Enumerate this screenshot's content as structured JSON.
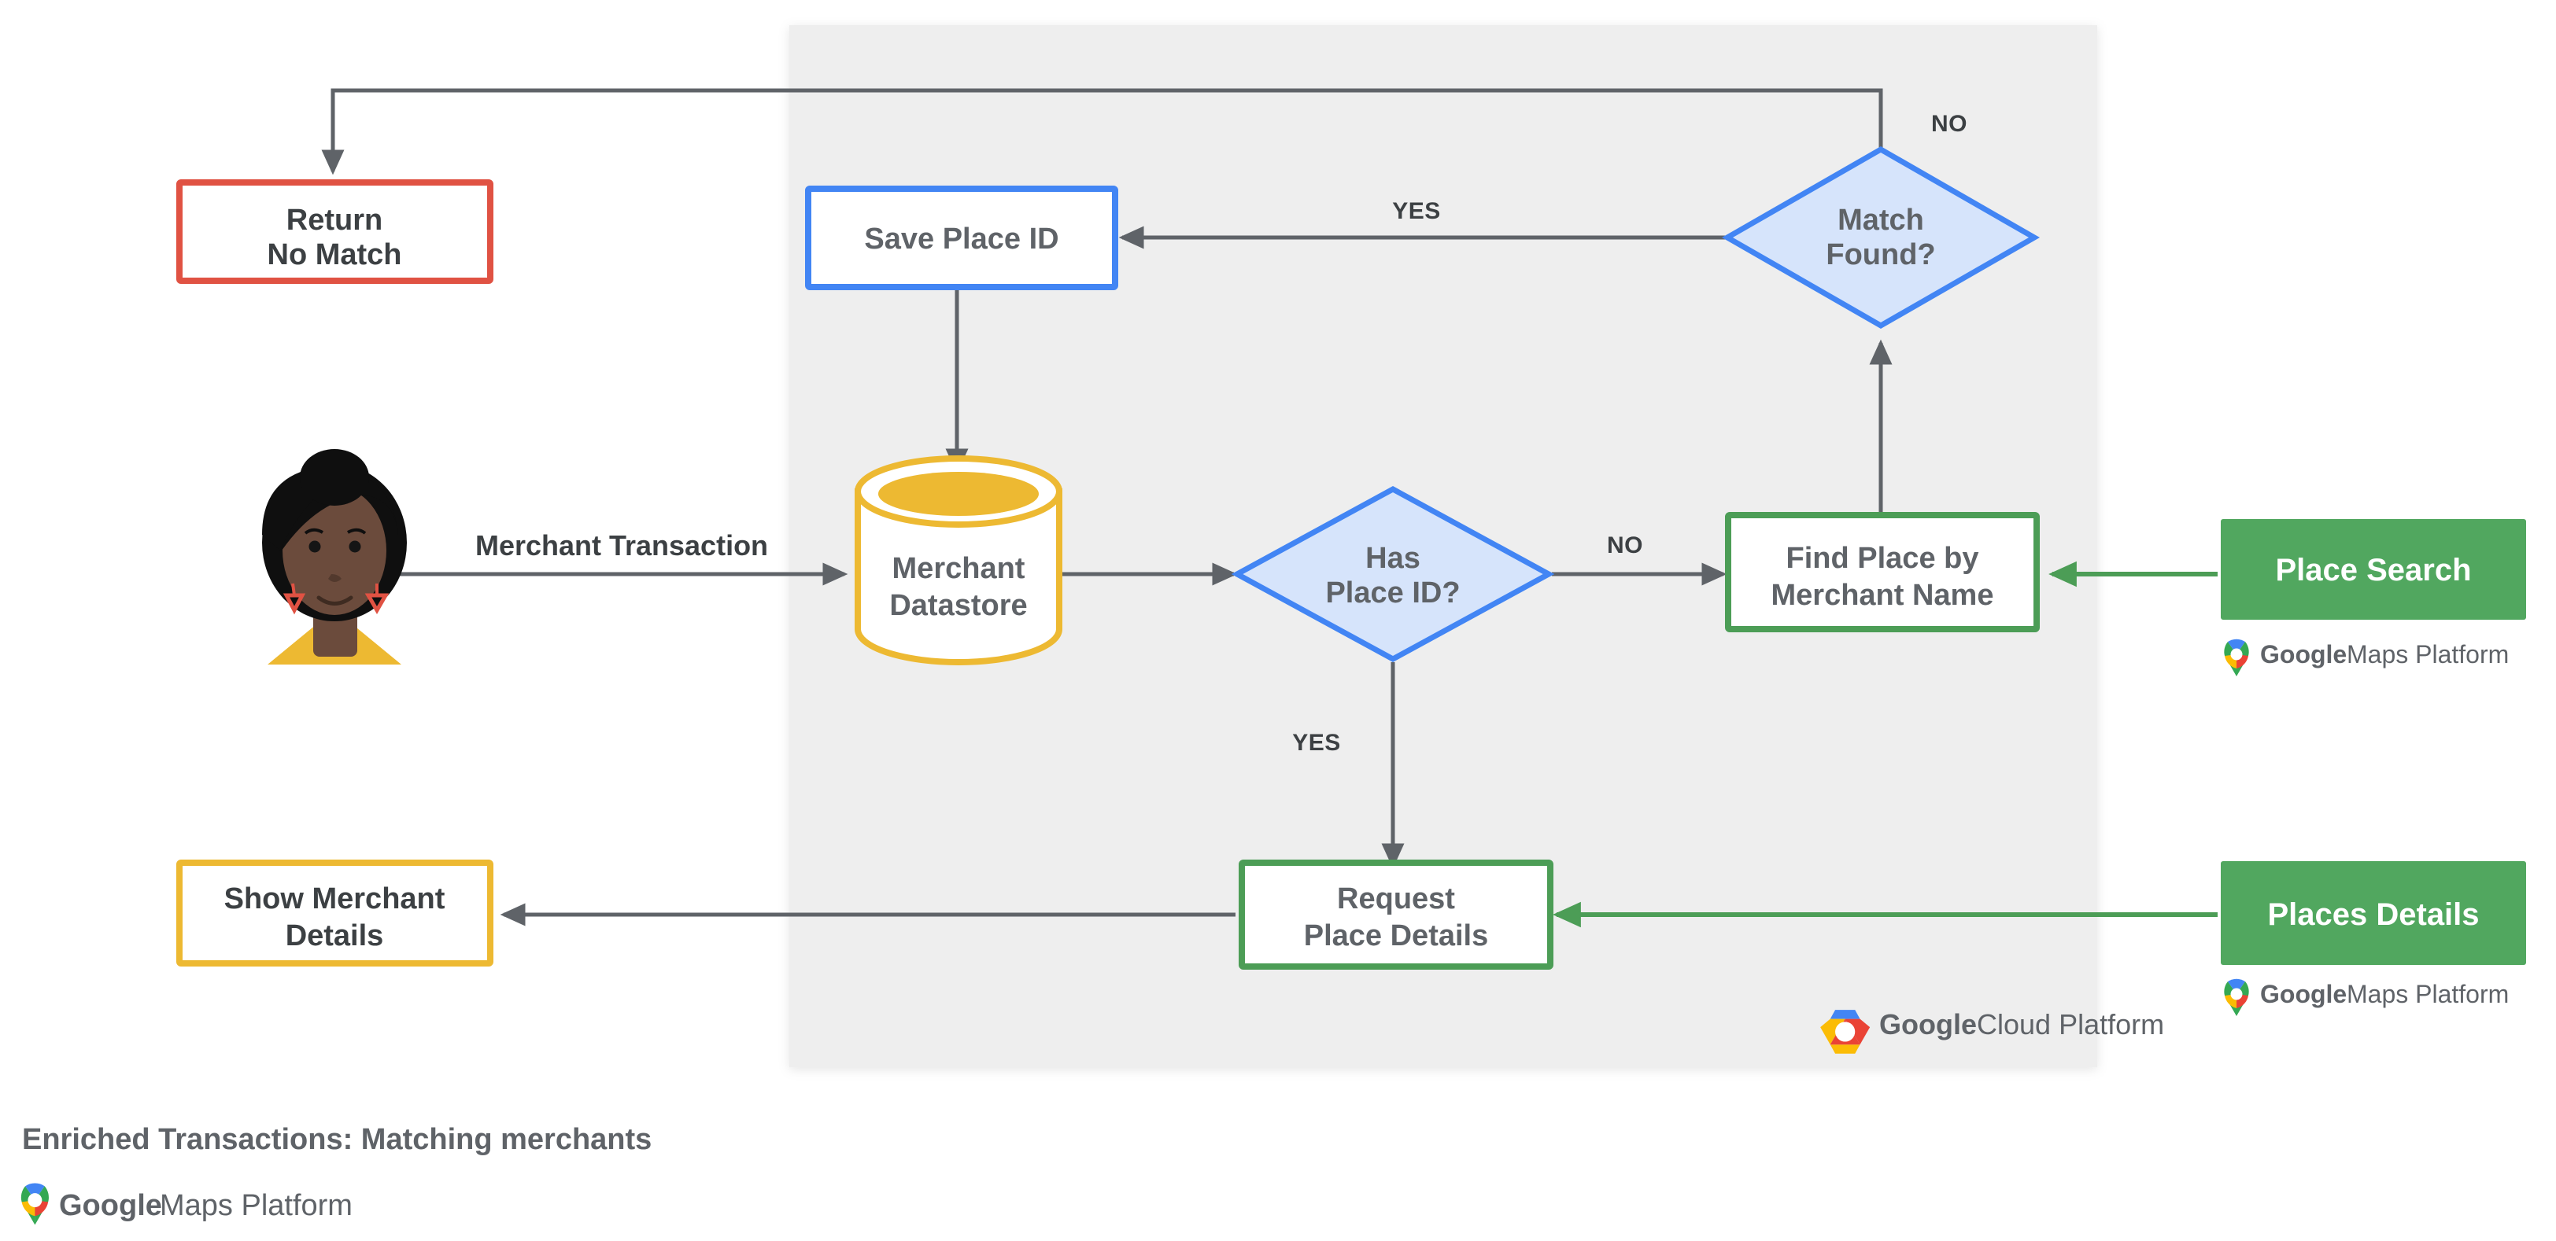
{
  "diagram": {
    "caption": "Enriched Transactions: Matching merchants",
    "panel_label": "Google Cloud Platform",
    "colors": {
      "panel_bg": "#eeeeee",
      "red": "#e05243",
      "blue": "#4285f4",
      "blue_fill": "#d6e4fb",
      "yellow": "#edb932",
      "green": "#4c9d56",
      "green_fill": "#51a75f",
      "line": "#5f6368",
      "text": "#5f6368"
    },
    "nodes": {
      "return_no_match": {
        "line1": "Return",
        "line2": "No Match",
        "shape": "rect",
        "style": "red-outline"
      },
      "save_place_id": {
        "line1": "Save Place ID",
        "line2": "",
        "shape": "rect",
        "style": "blue-outline"
      },
      "match_found": {
        "line1": "Match",
        "line2": "Found?",
        "shape": "diamond",
        "style": "blue-fill"
      },
      "merchant_datastore": {
        "line1": "Merchant",
        "line2": "Datastore",
        "shape": "cylinder",
        "style": "yellow-outline"
      },
      "has_place_id": {
        "line1": "Has",
        "line2": "Place ID?",
        "shape": "diamond",
        "style": "blue-fill"
      },
      "find_place_by_merchant_name": {
        "line1": "Find Place by",
        "line2": "Merchant Name",
        "shape": "rect",
        "style": "green-outline"
      },
      "place_search": {
        "line1": "Place Search",
        "line2": "",
        "shape": "rect",
        "style": "green-filled"
      },
      "request_place_details": {
        "line1": "Request",
        "line2": "Place Details",
        "shape": "rect",
        "style": "green-outline"
      },
      "places_details": {
        "line1": "Places Details",
        "line2": "",
        "shape": "rect",
        "style": "green-filled"
      },
      "show_merchant_details": {
        "line1": "Show Merchant",
        "line2": "Details",
        "shape": "rect",
        "style": "yellow-outline"
      },
      "actor": {
        "label": "",
        "shape": "avatar"
      }
    },
    "edge_labels": {
      "merchant_transaction": "Merchant Transaction",
      "yes_match_found": "YES",
      "no_match_found": "NO",
      "no_has_place_id": "NO",
      "yes_has_place_id": "YES"
    },
    "logos": {
      "maps_platform_google": "Google",
      "maps_platform_rest": "Maps Platform",
      "cloud_platform_google": "Google",
      "cloud_platform_rest": "Cloud Platform"
    }
  }
}
